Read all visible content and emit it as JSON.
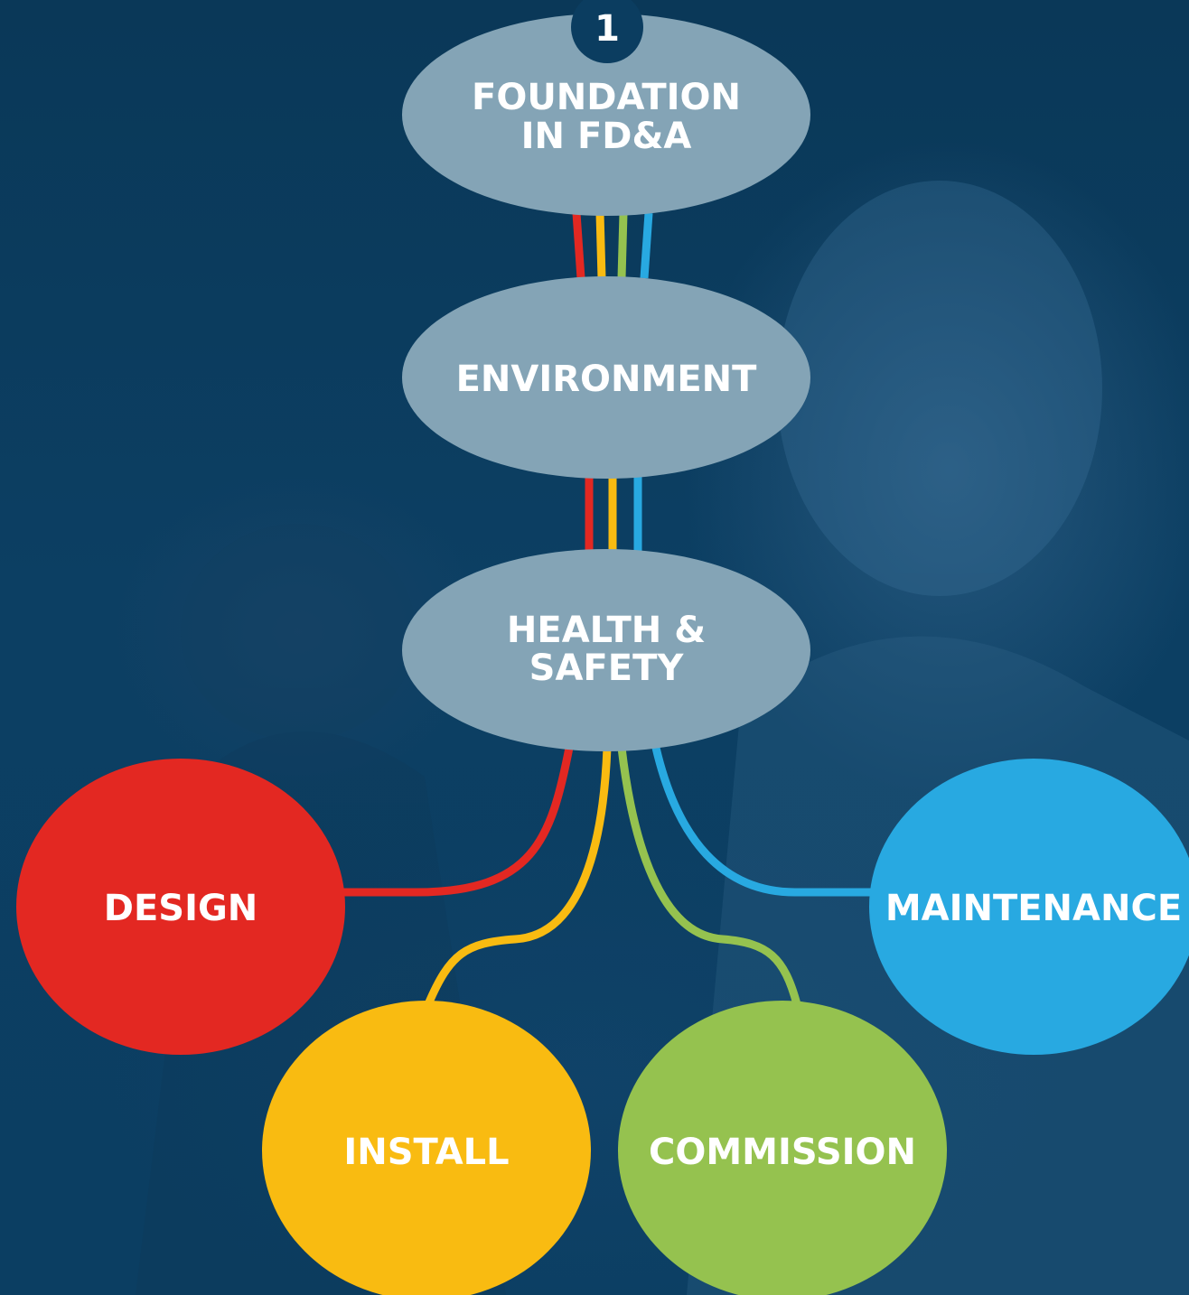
{
  "badge": {
    "number": "1"
  },
  "stages": {
    "foundation": {
      "line1": "FOUNDATION",
      "line2": "IN FD&A"
    },
    "environment": {
      "label": "ENVIRONMENT"
    },
    "health_safety": {
      "line1": "HEALTH &",
      "line2": "SAFETY"
    }
  },
  "outcomes": {
    "design": {
      "label": "DESIGN",
      "color": "#e32822"
    },
    "install": {
      "label": "INSTALL",
      "color": "#f9bb11"
    },
    "commission": {
      "label": "COMMISSION",
      "color": "#95c24f"
    },
    "maintenance": {
      "label": "MAINTENANCE",
      "color": "#28a9e1"
    }
  },
  "colors": {
    "stage_fill": "#84a4b6",
    "background": "#0b3d60",
    "badge_fill": "#0b3d60"
  }
}
